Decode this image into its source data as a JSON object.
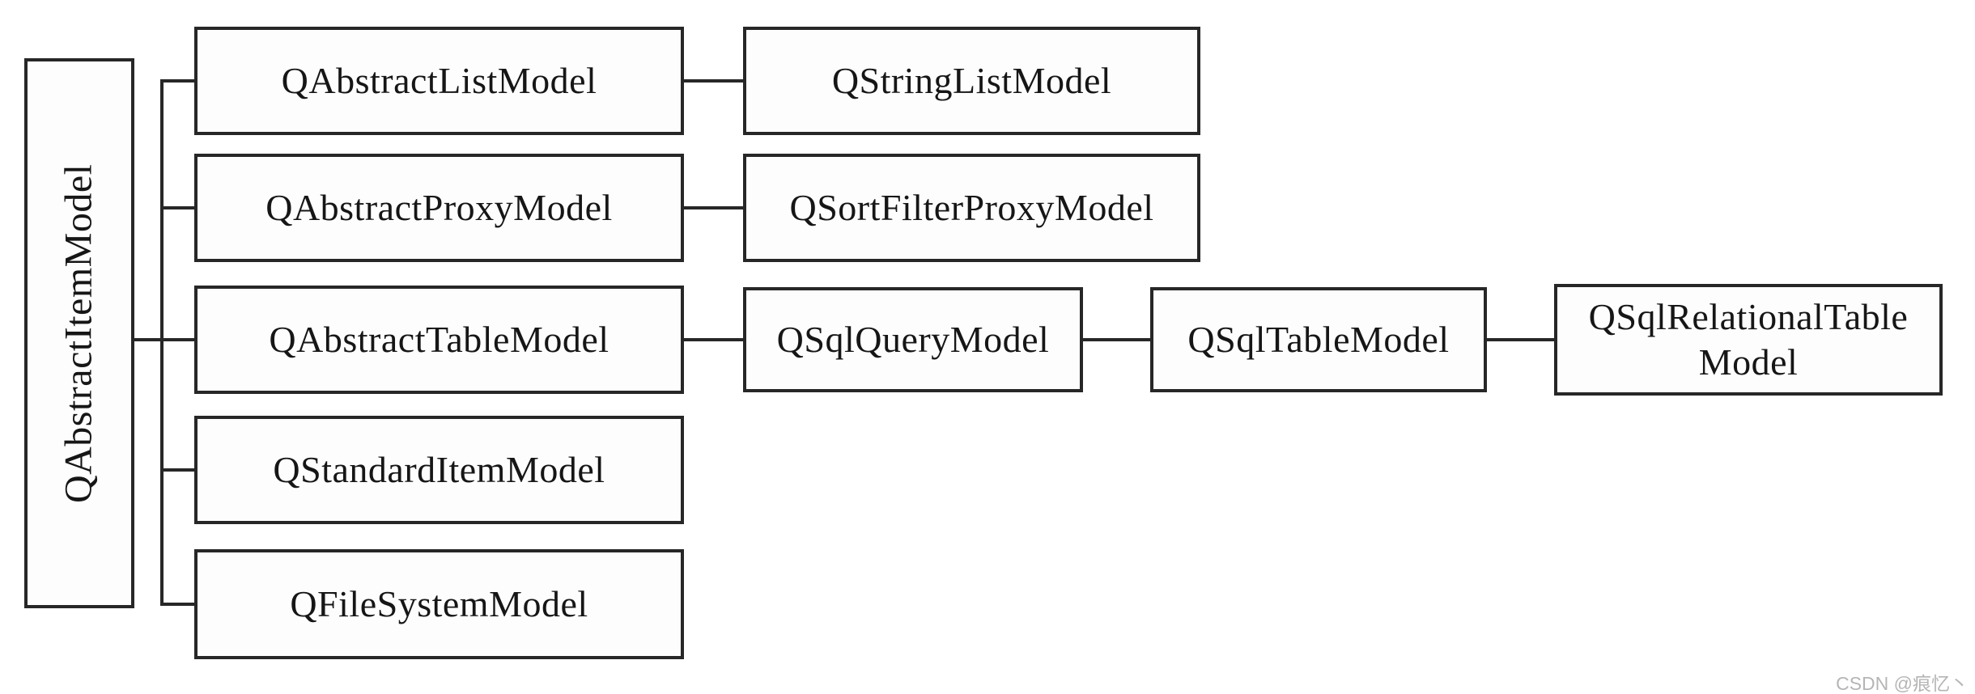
{
  "diagram": {
    "kind": "qt-model-class-hierarchy",
    "nodes": {
      "root": "QAbstractItemModel",
      "abstract_list": "QAbstractListModel",
      "string_list": "QStringListModel",
      "abstract_proxy": "QAbstractProxyModel",
      "sort_filter_proxy": "QSortFilterProxyModel",
      "abstract_table": "QAbstractTableModel",
      "sql_query": "QSqlQueryModel",
      "sql_table": "QSqlTableModel",
      "sql_relational_table": "QSqlRelationalTable Model",
      "standard_item": "QStandardItemModel",
      "file_system": "QFileSystemModel"
    },
    "edges": [
      [
        "QAbstractItemModel",
        "QAbstractListModel"
      ],
      [
        "QAbstractItemModel",
        "QAbstractProxyModel"
      ],
      [
        "QAbstractItemModel",
        "QAbstractTableModel"
      ],
      [
        "QAbstractItemModel",
        "QStandardItemModel"
      ],
      [
        "QAbstractItemModel",
        "QFileSystemModel"
      ],
      [
        "QAbstractListModel",
        "QStringListModel"
      ],
      [
        "QAbstractProxyModel",
        "QSortFilterProxyModel"
      ],
      [
        "QAbstractTableModel",
        "QSqlQueryModel"
      ],
      [
        "QSqlQueryModel",
        "QSqlTableModel"
      ],
      [
        "QSqlTableModel",
        "QSqlRelationalTableModel"
      ]
    ]
  },
  "colors": {
    "line": "#272727",
    "text": "#161616",
    "box_bg": "#fdfdfd",
    "canvas_bg": "#ffffff",
    "watermark": "#b5b5b5"
  },
  "watermark": {
    "text": "CSDN @痕忆丶"
  }
}
